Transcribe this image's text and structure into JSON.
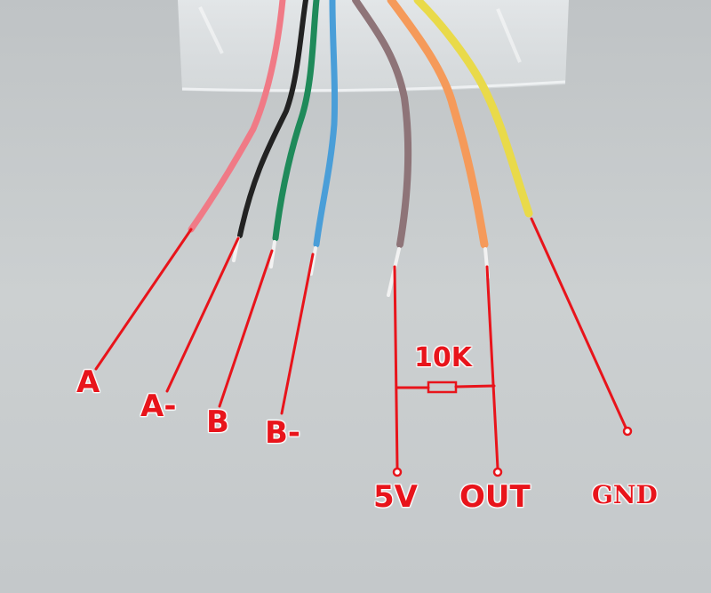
{
  "labels": {
    "a": "A",
    "a_minus": "A-",
    "b": "B",
    "b_minus": "B-",
    "resistor": "10K",
    "v5": "5V",
    "out": "OUT",
    "gnd": "GND"
  },
  "wires": [
    {
      "name": "pink-wire",
      "color": "#f07a86"
    },
    {
      "name": "black-wire",
      "color": "#222222"
    },
    {
      "name": "green-wire",
      "color": "#1f8a5a"
    },
    {
      "name": "blue-wire",
      "color": "#4a9ed8"
    },
    {
      "name": "brown-wire",
      "color": "#8e7478"
    },
    {
      "name": "orange-wire",
      "color": "#f59a5a"
    },
    {
      "name": "yellow-wire",
      "color": "#e9da4a"
    }
  ],
  "colors": {
    "annotation": "#e8141b",
    "background": "#c9cccd"
  }
}
